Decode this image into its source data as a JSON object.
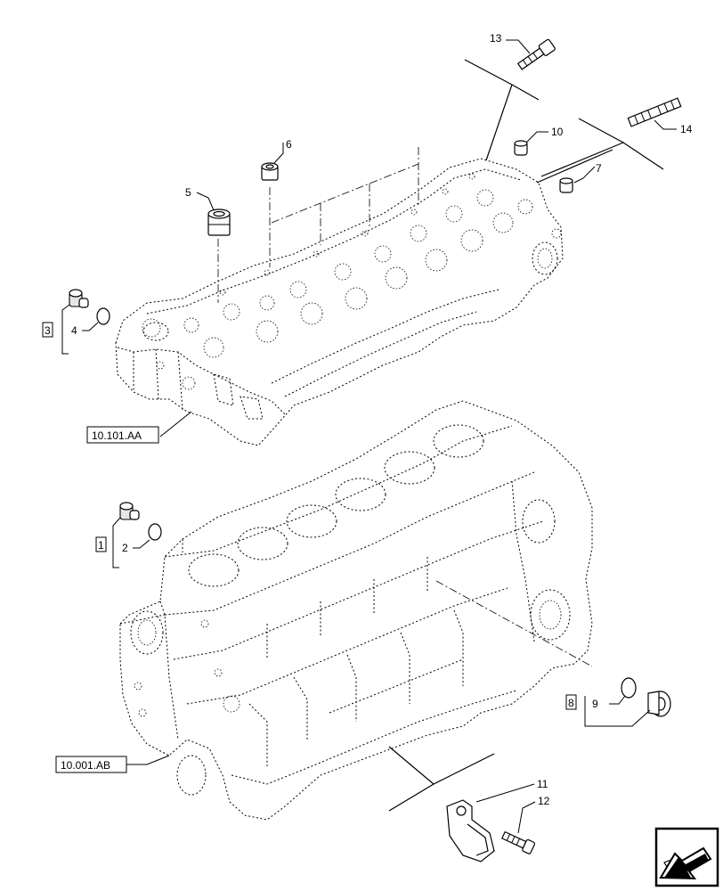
{
  "callouts": {
    "p1": "1",
    "p2": "2",
    "p3": "3",
    "p4": "4",
    "p5": "5",
    "p6": "6",
    "p7": "7",
    "p8": "8",
    "p9": "9",
    "p10": "10",
    "p11": "11",
    "p12": "12",
    "p13": "13",
    "p14": "14"
  },
  "references": {
    "cylinder_head": "10.101.AA",
    "engine_block": "10.001.AB"
  },
  "navigation": {
    "icon": "arrow-icon"
  }
}
